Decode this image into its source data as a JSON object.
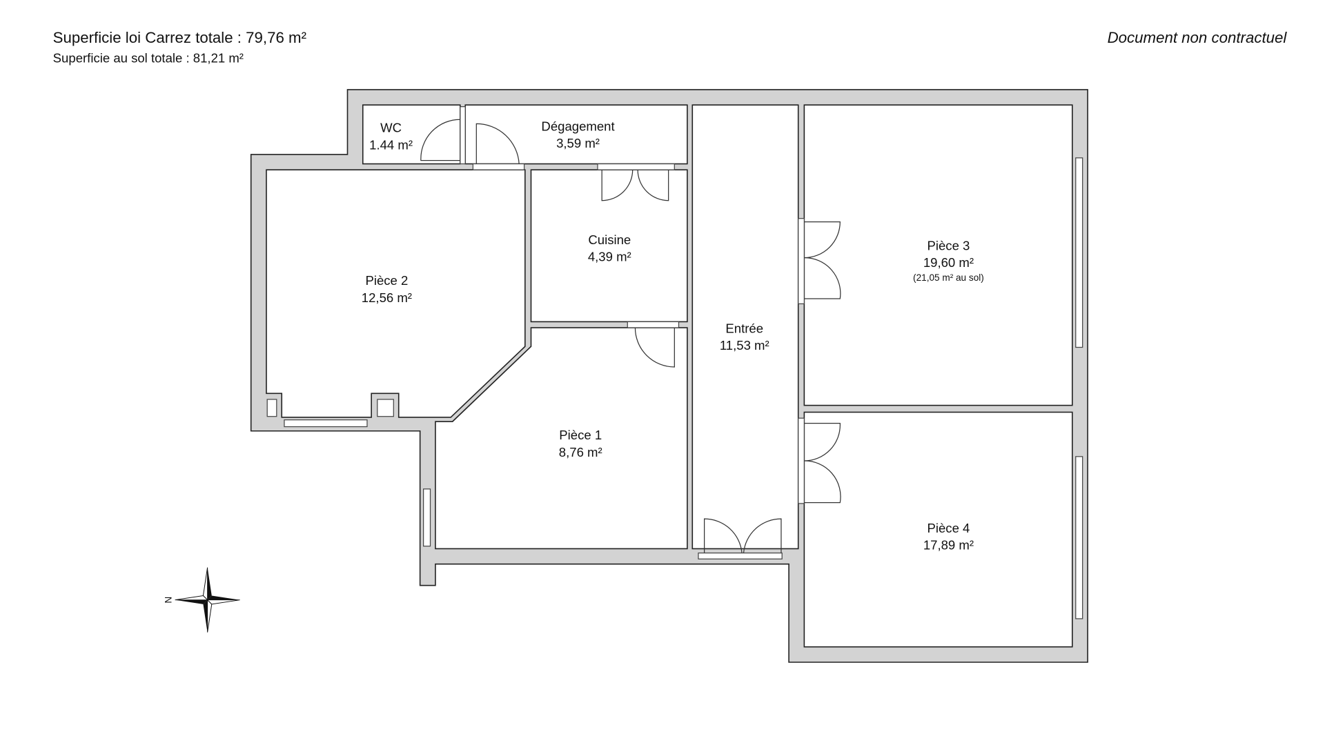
{
  "header": {
    "carrez_total": "Superficie loi Carrez totale :  79,76 m²",
    "sol_total": "Superficie au sol totale :  81,21 m²",
    "disclaimer": "Document non contractuel"
  },
  "rooms": {
    "wc": {
      "name": "WC",
      "area": "1.44 m²"
    },
    "degagement": {
      "name": "Dégagement",
      "area": "3,59 m²"
    },
    "cuisine": {
      "name": "Cuisine",
      "area": "4,39 m²"
    },
    "piece2": {
      "name": "Pièce 2",
      "area": "12,56 m²"
    },
    "piece1": {
      "name": "Pièce 1",
      "area": "8,76 m²"
    },
    "entree": {
      "name": "Entrée",
      "area": "11,53 m²"
    },
    "piece3": {
      "name": "Pièce 3",
      "area": "19,60 m²",
      "note": "(21,05 m² au sol)"
    },
    "piece4": {
      "name": "Pièce 4",
      "area": "17,89 m²"
    }
  },
  "compass": {
    "north_label": "N"
  }
}
